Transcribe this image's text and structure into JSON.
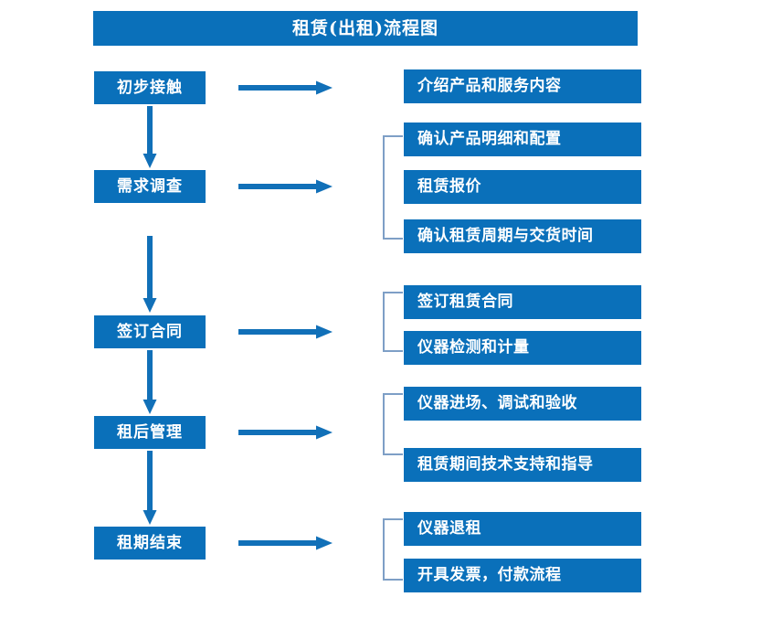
{
  "header": {
    "title": "租赁(出租)流程图"
  },
  "colors": {
    "box_blue": "#0A70BA",
    "arrow_blue": "#1170B8",
    "bracket_blue": "#7E9FC6",
    "box_text": "#FFFFFF",
    "background": "#FFFFFF"
  },
  "stages": [
    {
      "label": "初步接触"
    },
    {
      "label": "需求调查"
    },
    {
      "label": "签订合同"
    },
    {
      "label": "租后管理"
    },
    {
      "label": "租期结束"
    }
  ],
  "tasks": [
    {
      "label": "介绍产品和服务内容"
    },
    {
      "label": "确认产品明细和配置"
    },
    {
      "label": "租赁报价"
    },
    {
      "label": "确认租赁周期与交货时间"
    },
    {
      "label": "签订租赁合同"
    },
    {
      "label": "仪器检测和计量"
    },
    {
      "label": "仪器进场、调试和验收"
    },
    {
      "label": "租赁期间技术支持和指导"
    },
    {
      "label": "仪器退租"
    },
    {
      "label": "开具发票，付款流程"
    }
  ],
  "connectors": {
    "horizontal_arrows": [
      {
        "from": "初步接触",
        "to": "介绍产品和服务内容"
      },
      {
        "from": "需求调查",
        "to": "确认产品明细和配置"
      },
      {
        "from": "签订合同",
        "to": "签订租赁合同"
      },
      {
        "from": "租后管理",
        "to": "仪器进场、调试和验收"
      },
      {
        "from": "租期结束",
        "to": "仪器退租"
      }
    ],
    "vertical_arrows": [
      {
        "from": "初步接触",
        "to": "需求调查"
      },
      {
        "from": "需求调查",
        "to": "签订合同"
      },
      {
        "from": "签订合同",
        "to": "租后管理"
      },
      {
        "from": "租后管理",
        "to": "租期结束"
      }
    ],
    "brackets": [
      {
        "groups": [
          "确认产品明细和配置",
          "租赁报价",
          "确认租赁周期与交货时间"
        ]
      },
      {
        "groups": [
          "签订租赁合同",
          "仪器检测和计量"
        ]
      },
      {
        "groups": [
          "仪器进场、调试和验收",
          "租赁期间技术支持和指导"
        ]
      },
      {
        "groups": [
          "仪器退租",
          "开具发票，付款流程"
        ]
      }
    ]
  }
}
